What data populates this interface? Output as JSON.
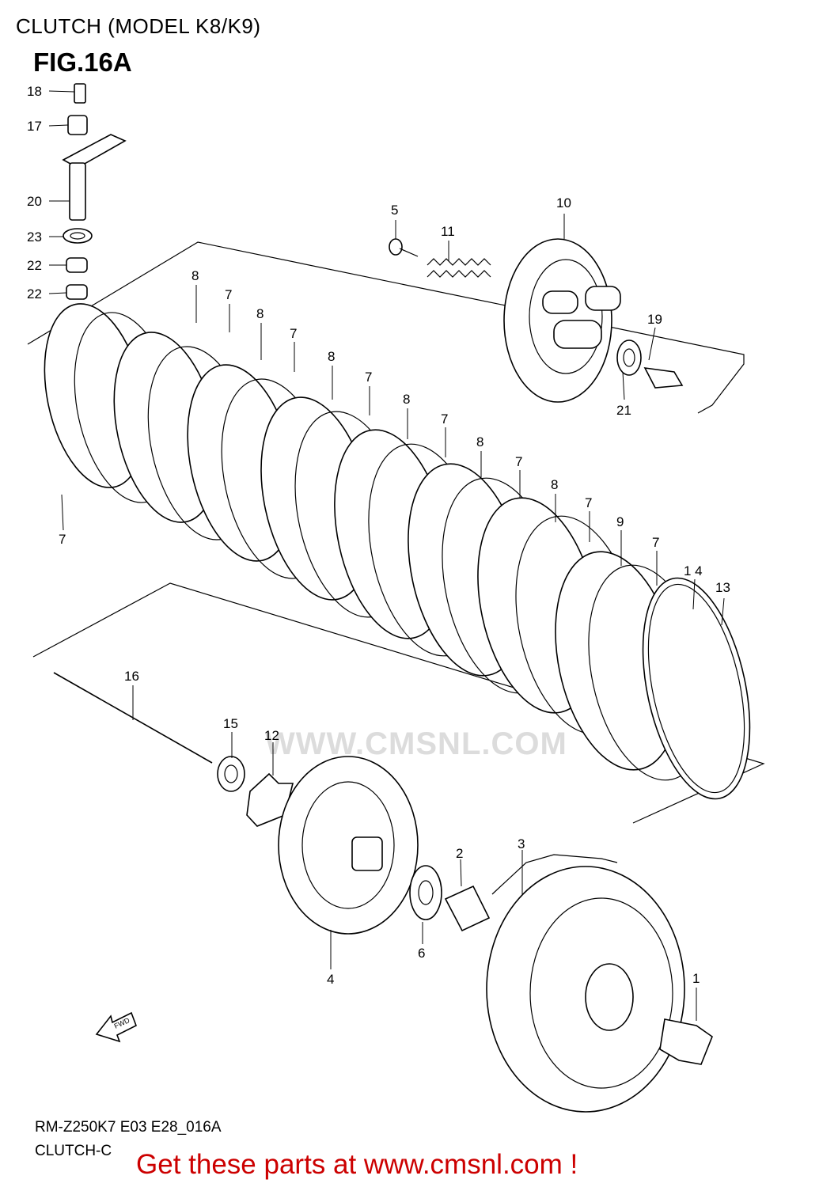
{
  "header": {
    "title": "CLUTCH (MODEL K8/K9)",
    "figure": "FIG.16A"
  },
  "watermark": "WWW.CMSNL.COM",
  "callouts": {
    "p18": "18",
    "p17": "17",
    "p20": "20",
    "p23": "23",
    "p22a": "22",
    "p22b": "22",
    "p5": "5",
    "p11": "11",
    "p10": "10",
    "p19": "19",
    "p21": "21",
    "p8a": "8",
    "p7a": "7",
    "p8b": "8",
    "p7b": "7",
    "p8c": "8",
    "p7c": "7",
    "p8d": "8",
    "p7d": "7",
    "p8e": "8",
    "p7e": "7",
    "p8f": "8",
    "p7f": "7",
    "p9": "9",
    "p7g": "7",
    "p14": "1 4",
    "p13": "13",
    "p7left": "7",
    "p16": "16",
    "p15": "15",
    "p12": "12",
    "p4": "4",
    "p2": "2",
    "p3": "3",
    "p6": "6",
    "p1": "1"
  },
  "fwd_arrow_label": "FWD",
  "footer": {
    "model_code": "RM-Z250K7 E03 E28_016A",
    "section_code": "CLUTCH-C",
    "cta": "Get these parts at www.cmsnl.com !"
  },
  "colors": {
    "cta": "#cc0000",
    "watermark": "#dcdcdc",
    "line": "#000000"
  }
}
